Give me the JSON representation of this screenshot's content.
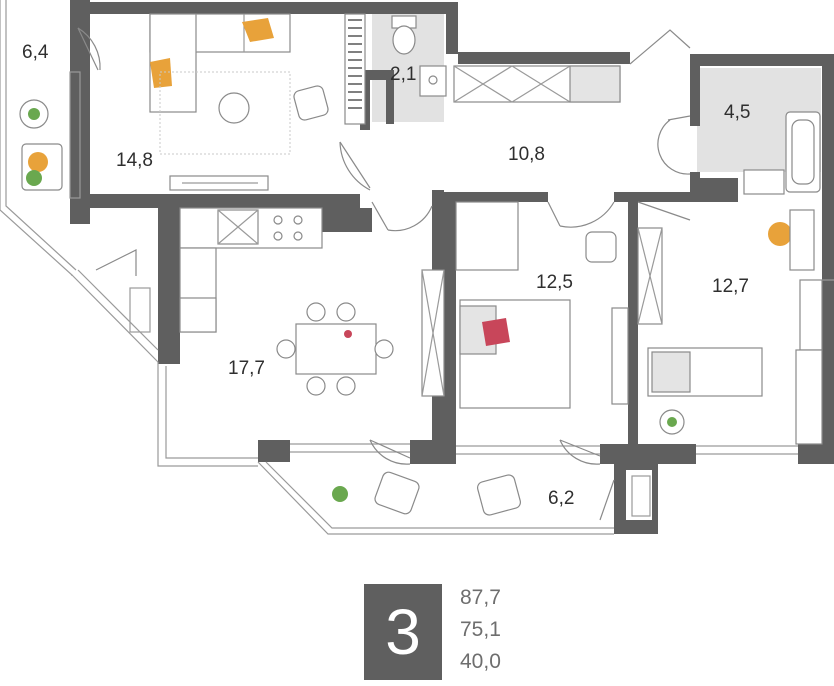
{
  "rooms": [
    {
      "id": "balcony-left",
      "area": "6,4"
    },
    {
      "id": "living",
      "area": "14,8"
    },
    {
      "id": "wc",
      "area": "2,1"
    },
    {
      "id": "hall",
      "area": "10,8"
    },
    {
      "id": "bathroom",
      "area": "4,5"
    },
    {
      "id": "kitchen",
      "area": "17,7"
    },
    {
      "id": "bedroom-1",
      "area": "12,5"
    },
    {
      "id": "bedroom-2",
      "area": "12,7"
    },
    {
      "id": "balcony-bottom",
      "area": "6,2"
    }
  ],
  "summary": {
    "room_count": "3",
    "total_area": "87,7",
    "living_area": "75,1",
    "area_3": "40,0"
  },
  "colors": {
    "wall": "#5f5f5f",
    "accent_orange": "#e8a23a",
    "accent_red": "#c8465a",
    "plant_green": "#6aa84f",
    "tile": "#e2e2e2"
  }
}
